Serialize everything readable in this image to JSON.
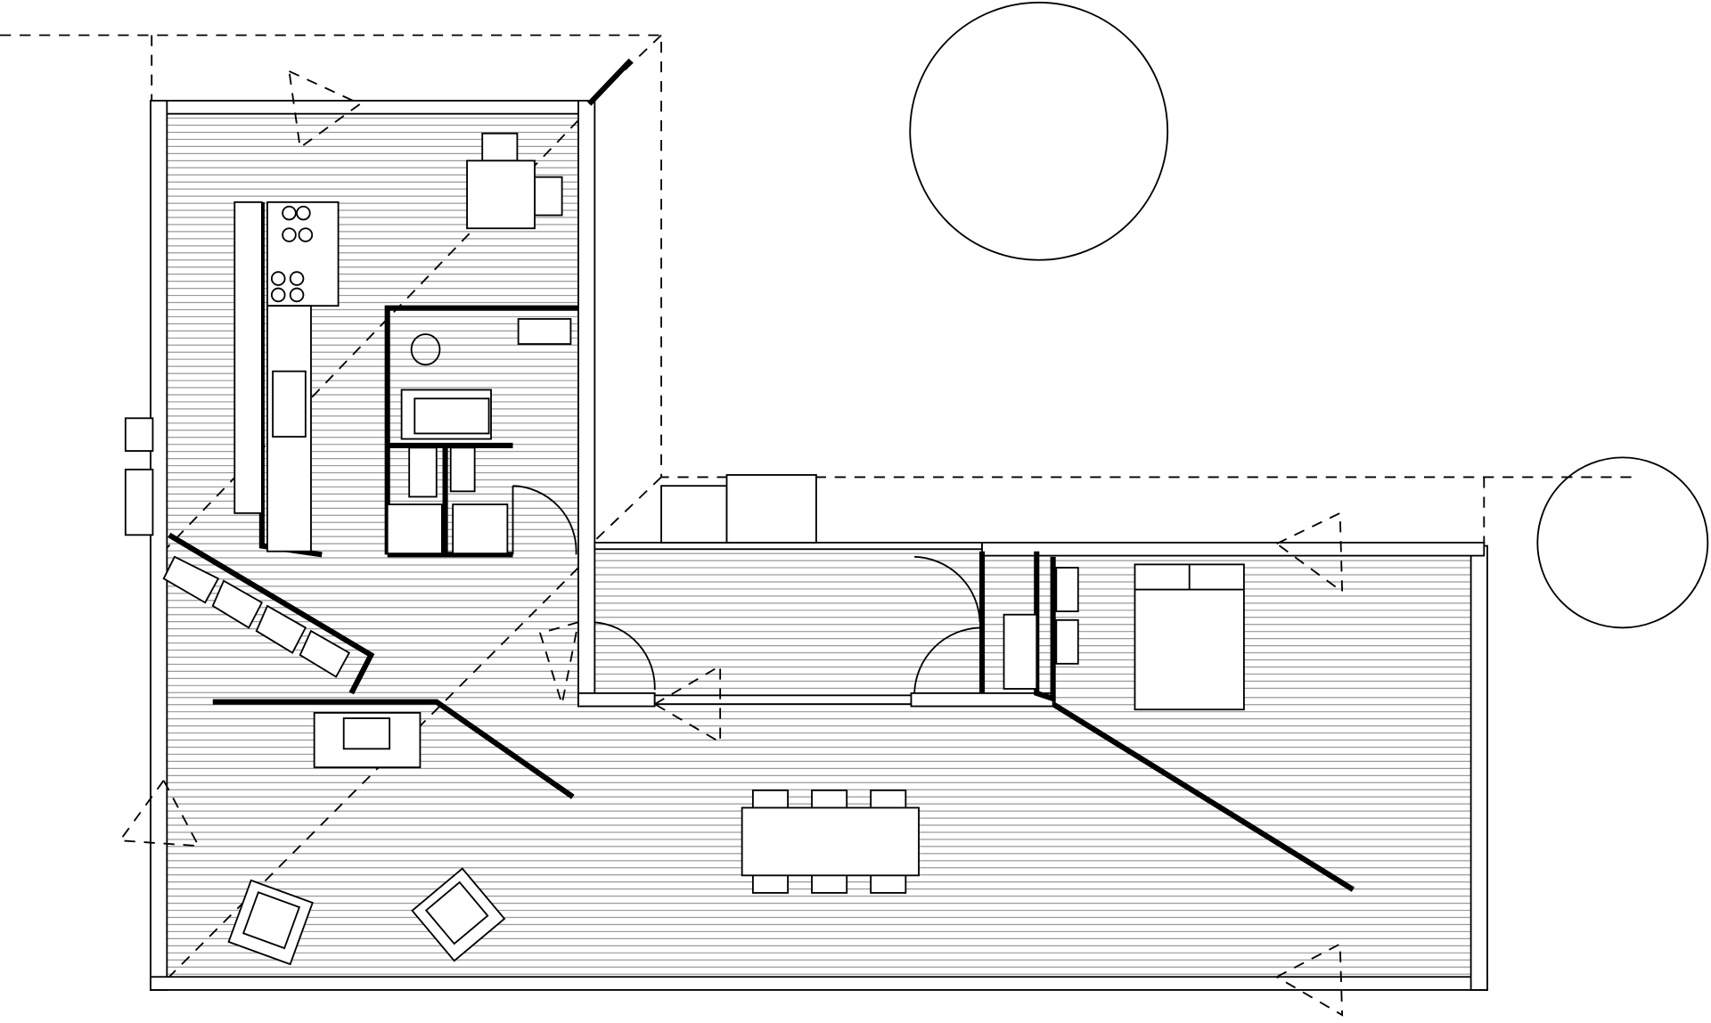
{
  "drawing": {
    "type": "architectural-floor-plan",
    "colors": {
      "line": "#000000",
      "floor_hatch": "#9a9a9a",
      "background": "#ffffff"
    },
    "trees": 2,
    "dining_chairs": 6
  }
}
